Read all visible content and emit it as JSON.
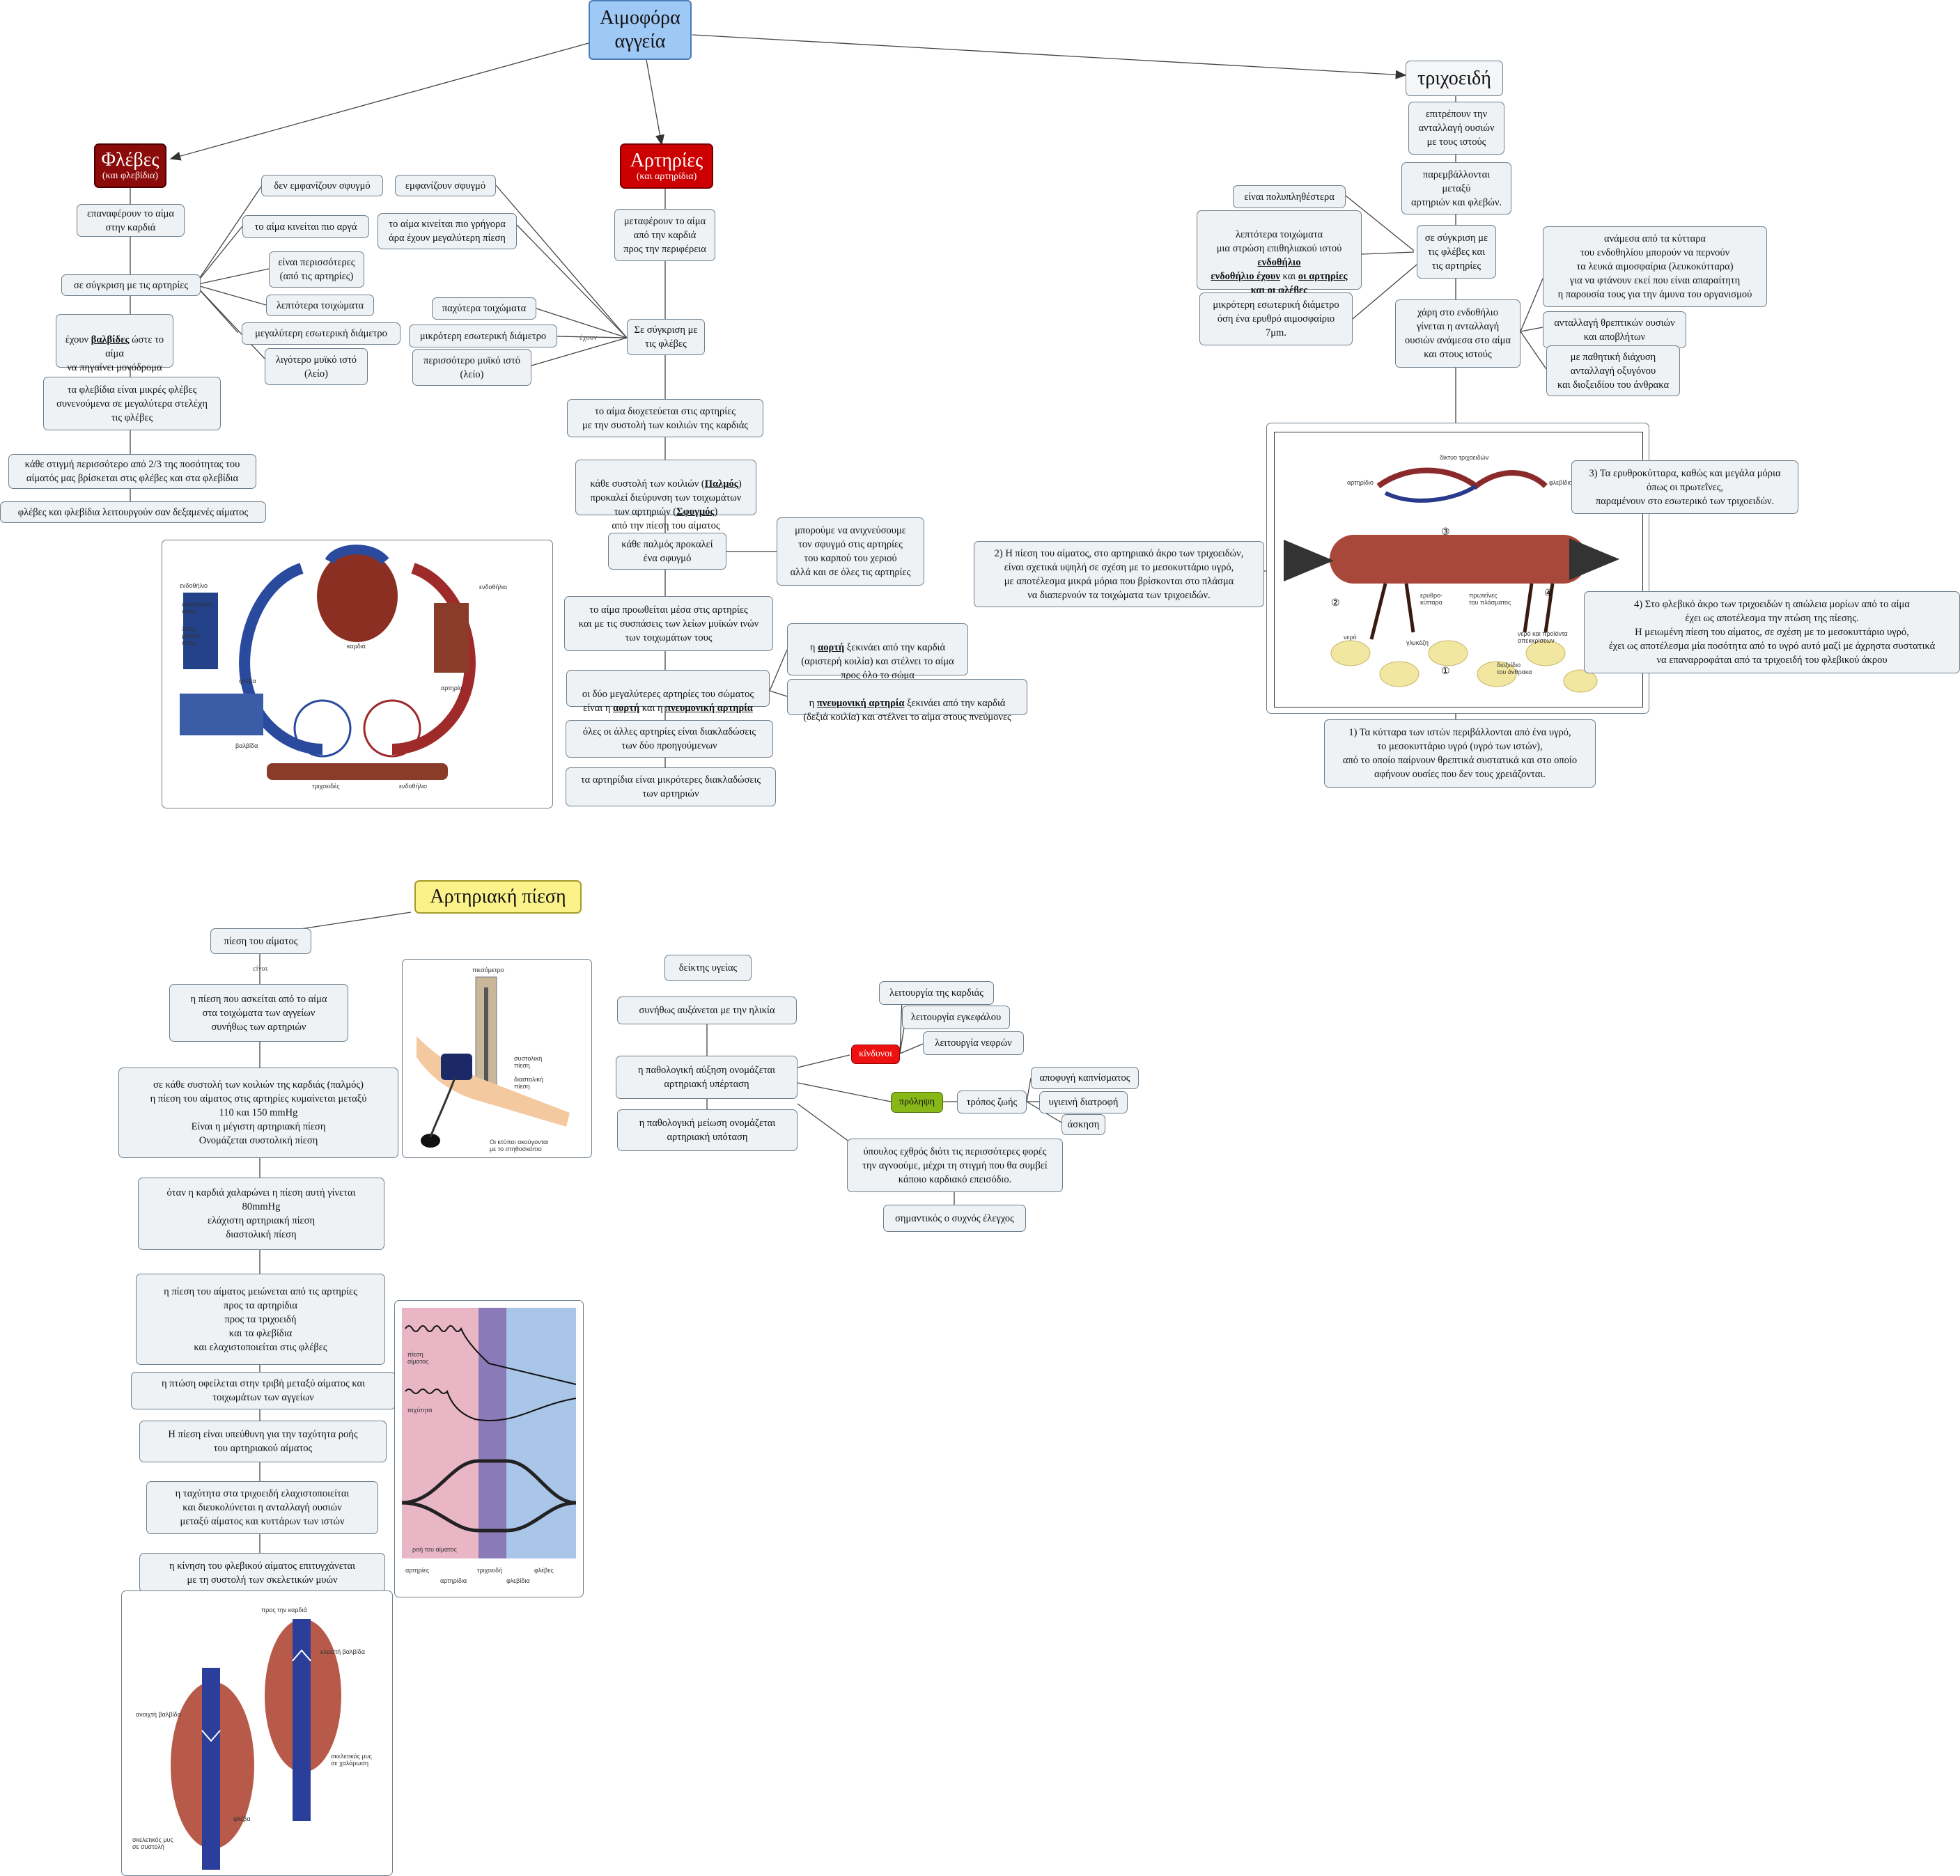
{
  "root": {
    "title_line1": "Αιμοφόρα",
    "title_line2": "αγγεία"
  },
  "veins": {
    "title": "Φλέβες",
    "subtitle": "(και φλεβίδια)",
    "n1": "επαναφέρουν το αίμα\nστην καρδιά",
    "compare": "σε σύγκριση με τις αρτηρίες",
    "c1": "δεν εμφανίζουν σφυγμό",
    "c2": "το αίμα κινείται πιο αργά",
    "c3": "είναι περισσότερες\n(από τις αρτηρίες)",
    "c4": "λεπτότερα τοιχώματα",
    "c5": "μεγαλύτερη εσωτερική διάμετρο",
    "c6": "λιγότερο μυϊκό ιστό\n(λείο)",
    "valves_pre": "έχουν ",
    "valves_bold": "βαλβίδες",
    "valves_post": " ώστε το αίμα\nνα πηγαίνει μονόδρομα\nπρος την καρδιά",
    "n2": "τα φλεβίδια είναι μικρές φλέβες\nσυνενούμενα σε μεγαλύτερα στελέχη\nτις φλέβες",
    "n3": "κάθε στιγμή περισσότερο από 2/3 της ποσότητας του\nαίματός μας βρίσκεται στις φλέβες και στα φλεβίδια",
    "n4": "φλέβες και φλεβίδια λειτουργούν σαν δεξαμενές αίματος"
  },
  "arteries": {
    "title": "Αρτηρίες",
    "subtitle": "(και αρτηρίδια)",
    "n1": "μεταφέρουν το αίμα\nαπό την καρδιά\nπρος την περιφέρεια",
    "compare": "Σε σύγκριση με\nτις φλέβες",
    "has_label": "έχουν",
    "c1": "εμφανίζουν σφυγμό",
    "c2": "το αίμα κινείται πιο γρήγορα\nάρα έχουν μεγαλύτερη πίεση",
    "c3": "παχύτερα τοιχώματα",
    "c4": "μικρότερη εσωτερική διάμετρο",
    "c5": "περισσότερο μυϊκό ιστό\n(λείο)",
    "n2": "το αίμα διοχετεύεται στις αρτηρίες\nμε την συστολή των κοιλιών της καρδιάς",
    "n3_a": "κάθε συστολή των κοιλιών (",
    "n3_b": "Παλμός",
    "n3_c": ")\nπροκαλεί διεύρυνση των τοιχωμάτων\nτων αρτηριών (",
    "n3_d": "Σφυγμός",
    "n3_e": ")\nαπό την πίεση του αίματος",
    "n4": "κάθε παλμός προκαλεί\nένα σφυγμό",
    "n4b": "μπορούμε να ανιχνεύσουμε\nτον σφυγμό στις αρτηρίες\nτου καρπού του χεριού\nαλλά και σε όλες τις αρτηρίες",
    "n5": "το αίμα προωθείται μέσα στις αρτηρίες\nκαι με τις συσπάσεις των λείων μυϊκών ινών\nτων τοιχωμάτων τους",
    "n6_a": "οι δύο μεγαλύτερες αρτηρίες του σώματος\nείναι η ",
    "n6_b": "αορτή",
    "n6_c": " και η ",
    "n6_d": "πνευμονική αρτηρία",
    "aorta_a": "η ",
    "aorta_b": "αορτή",
    "aorta_c": " ξεκινάει από την καρδιά\n(αριστερή κοιλία) και στέλνει το αίμα\nπρος όλο το σώμα",
    "pulm_a": "η ",
    "pulm_b": "πνευμονική αρτηρία",
    "pulm_c": " ξεκινάει από την καρδιά\n(δεξιά κοιλία) και στέλνει το αίμα στους πνεύμονες",
    "n7": "όλες οι άλλες αρτηρίες είναι διακλαδώσεις\nτων δύο προηγούμενων",
    "n8": "τα αρτηρίδια είναι μικρότερες διακλαδώσεις\nτων αρτηριών"
  },
  "capillaries": {
    "title": "τριχοειδή",
    "n1": "επιτρέπουν την\nανταλλαγή ουσιών\nμε τους ιστούς",
    "n2": "παρεμβάλλονται\nμεταξύ\nαρτηριών και φλεβών.",
    "compare": "σε σύγκριση με\nτις φλέβες και\nτις αρτηρίες",
    "c1": "είναι πολυπληθέστερα",
    "c2_a": "λεπτότερα τοιχώματα\nμια στρώση επιθηλιακού ιστού\n",
    "c2_b": "ενδοθήλιο",
    "c2_c": "ενδοθήλιο έχουν",
    "c2_d": " και ",
    "c2_e": "οι αρτηρίες",
    "c2_f": "και",
    "c2_g": "οι φλέβες",
    "c3": "μικρότερη εσωτερική διάμετρο\nόση ένα ερυθρό αιμοσφαίριο\n7μm.",
    "n3": "χάρη στο ενδοθήλιο\nγίνεται η ανταλλαγή\nουσιών ανάμεσα στο αίμα\nκαι στους ιστούς",
    "d1": "ανάμεσα από τα κύτταρα\nτου ενδοθηλίου μπορούν να περνούν\nτα λευκά αιμοσφαίρια (λευκοκύτταρα)\nγια να φτάνουν εκεί που είναι απαραίτητη\nη παρουσία τους για την άμυνα του οργανισμού",
    "d2": "ανταλλαγή θρεπτικών ουσιών\nκαι αποβλήτων",
    "d3": "με παθητική διάχυση\nανταλλαγή οξυγόνου\nκαι διοξειδίου του άνθρακα",
    "p1": "1) Τα κύτταρα των ιστών περιβάλλονται από ένα υγρό,\nτο μεσοκυττάριο υγρό (υγρό των ιστών),\nαπό το οποίο παίρνουν θρεπτικά συστατικά και στο οποίο\nαφήνουν ουσίες που δεν τους χρειάζονται.",
    "p2": "2) Η πίεση του αίματος, στο αρτηριακό άκρο των τριχοειδών,\nείναι σχετικά υψηλή σε σχέση με το μεσοκυττάριο υγρό,\nμε αποτέλεσμα μικρά μόρια που βρίσκονται στο πλάσμα\nνα διαπερνούν τα τοιχώματα των τριχοειδών.",
    "p3": "3) Τα ερυθροκύτταρα, καθώς και μεγάλα μόρια\nόπως οι πρωτεΐνες,\nπαραμένουν στο εσωτερικό των τριχοειδών.",
    "p4": "4) Στο φλεβικό άκρο των τριχοειδών η απώλεια μορίων από το αίμα\nέχει ως αποτέλεσμα την πτώση της πίεσης.\nΗ μειωμένη πίεση του αίματος, σε σχέση με το μεσοκυττάριο υγρό,\nέχει ως αποτέλεσμα μία ποσότητα από το υγρό αυτό μαζί με άχρηστα συστατικά\nνα επαναρροφάται από τα τριχοειδή του φλεβικού άκρου",
    "fig": {
      "net": "δίκτυο τριχοειδών",
      "art": "αρτηρίδιο",
      "ven": "φλεβίδιο",
      "water": "νερό",
      "glucose": "γλυκόζη",
      "rbc": "ερυθρο-\nκύτταρα",
      "protein": "πρωτεΐνες\nτου πλάσματος",
      "co2": "διοξείδιο\nτου άνθρακα",
      "waste": "νερό και προϊόντα\nαπεκκρίσεων"
    }
  },
  "pressure": {
    "title": "Αρτηριακή πίεση",
    "n1": "πίεση του αίματος",
    "is_label": "είναι",
    "n2": "η πίεση που ασκείται από το αίμα\nστα τοιχώματα των αγγείων\nσυνήθως των αρτηριών",
    "n3": "σε κάθε συστολή των κοιλιών της καρδιάς (παλμός)\nη πίεση του αίματος στις αρτηρίες κυμαίνεται μεταξύ\n110 και 150 mmHg\nΕίναι η μέγιστη αρτηριακή πίεση\nΟνομάζεται συστολική πίεση",
    "n4": "όταν η καρδιά χαλαρώνει η πίεση αυτή γίνεται\n80mmHg\nελάχιστη αρτηριακή πίεση\nδιαστολική πίεση",
    "n5": "η πίεση του αίματος μειώνεται από τις αρτηρίες\nπρος τα αρτηρίδια\nπρος τα τριχοειδή\nκαι τα φλεβίδια\nκαι ελαχιστοποιείται στις φλέβες",
    "n6": "η πτώση οφείλεται στην τριβή μεταξύ αίματος και\nτοιχωμάτων των αγγείων",
    "n7": "Η πίεση είναι υπεύθυνη για την ταχύτητα ροής\nτου αρτηριακού αίματος",
    "n8": "η ταχύτητα στα τριχοειδή ελαχιστοποιείται\nκαι διευκολύνεται η ανταλλαγή ουσιών\nμεταξύ αίματος και κυττάρων των ιστών",
    "n9": "η κίνηση του φλεβικού αίματος επιτυγχάνεται\nμε τη συστολή των σκελετικών μυών",
    "h1": "δείκτης υγείας",
    "h2": "συνήθως αυξάνεται με την ηλικία",
    "h3": "η παθολογική αύξηση ονομάζεται\nαρτηριακή υπέρταση",
    "h4": "η παθολογική μείωση ονομάζεται\nαρτηριακή υπόταση",
    "danger": "κίνδυνοι",
    "d1": "λειτουργία της καρδιάς",
    "d2": "λειτουργία εγκεφάλου",
    "d3": "λειτουργία νεφρών",
    "prevention": "πρόληψη",
    "lifestyle": "τρόπος ζωής",
    "l1": "αποφυγή καπνίσματος",
    "l2": "υγιεινή διατροφή",
    "l3": "άσκηση",
    "h5": "ύπουλος εχθρός διότι τις περισσότερες φορές\nτην αγνοούμε, μέχρι τη στιγμή που θα συμβεί\nκάποιο καρδιακό επεισόδιο.",
    "h6": "σημαντικός ο συχνός έλεγχος"
  },
  "figures": {
    "vessels": {
      "endothelium": "ενδοθήλιο",
      "connective": "συνδετικός\nιστός",
      "smooth": "λείος\nμυϊκός\nιστός",
      "vein": "φλέβα",
      "artery": "αρτηρία",
      "heart": "καρδιά",
      "valve": "βαλβίδα",
      "capillaries": "τριχοειδές"
    },
    "manometer": {
      "title": "πιεσόμετρο",
      "note": "Οι κτύποι ακούγονται\nμε το στηθοσκόπιο",
      "sys": "συστολική\nπίεση",
      "dia": "διαστολική\nπίεση"
    },
    "pressure_graph": {
      "y1": "πίεση\nαίματος",
      "y2": "ταχύτητα",
      "flow": "ροή του αίματος",
      "x1": "αρτηρίες",
      "x2": "αρτηρίδια",
      "x3": "τριχοειδή",
      "x4": "φλεβίδια",
      "x5": "φλέβες"
    },
    "muscle": {
      "to_heart": "προς την καρδιά",
      "open_valve": "ανοιχτή βαλβίδα",
      "closed_valve": "κλειστή βαλβίδα",
      "relaxed": "σκελετικός μυς\nσε χαλάρωση",
      "contracted": "σκελετικός μυς\nσε συστολή",
      "vein": "φλέβα"
    }
  },
  "colors": {
    "root": "#9ec8f5",
    "arteries": "#cc0000",
    "veins": "#8b0a0a",
    "pressure": "#fbf38a",
    "danger": "#ee1111",
    "prevention": "#88b818",
    "node": "#eef2f5"
  }
}
